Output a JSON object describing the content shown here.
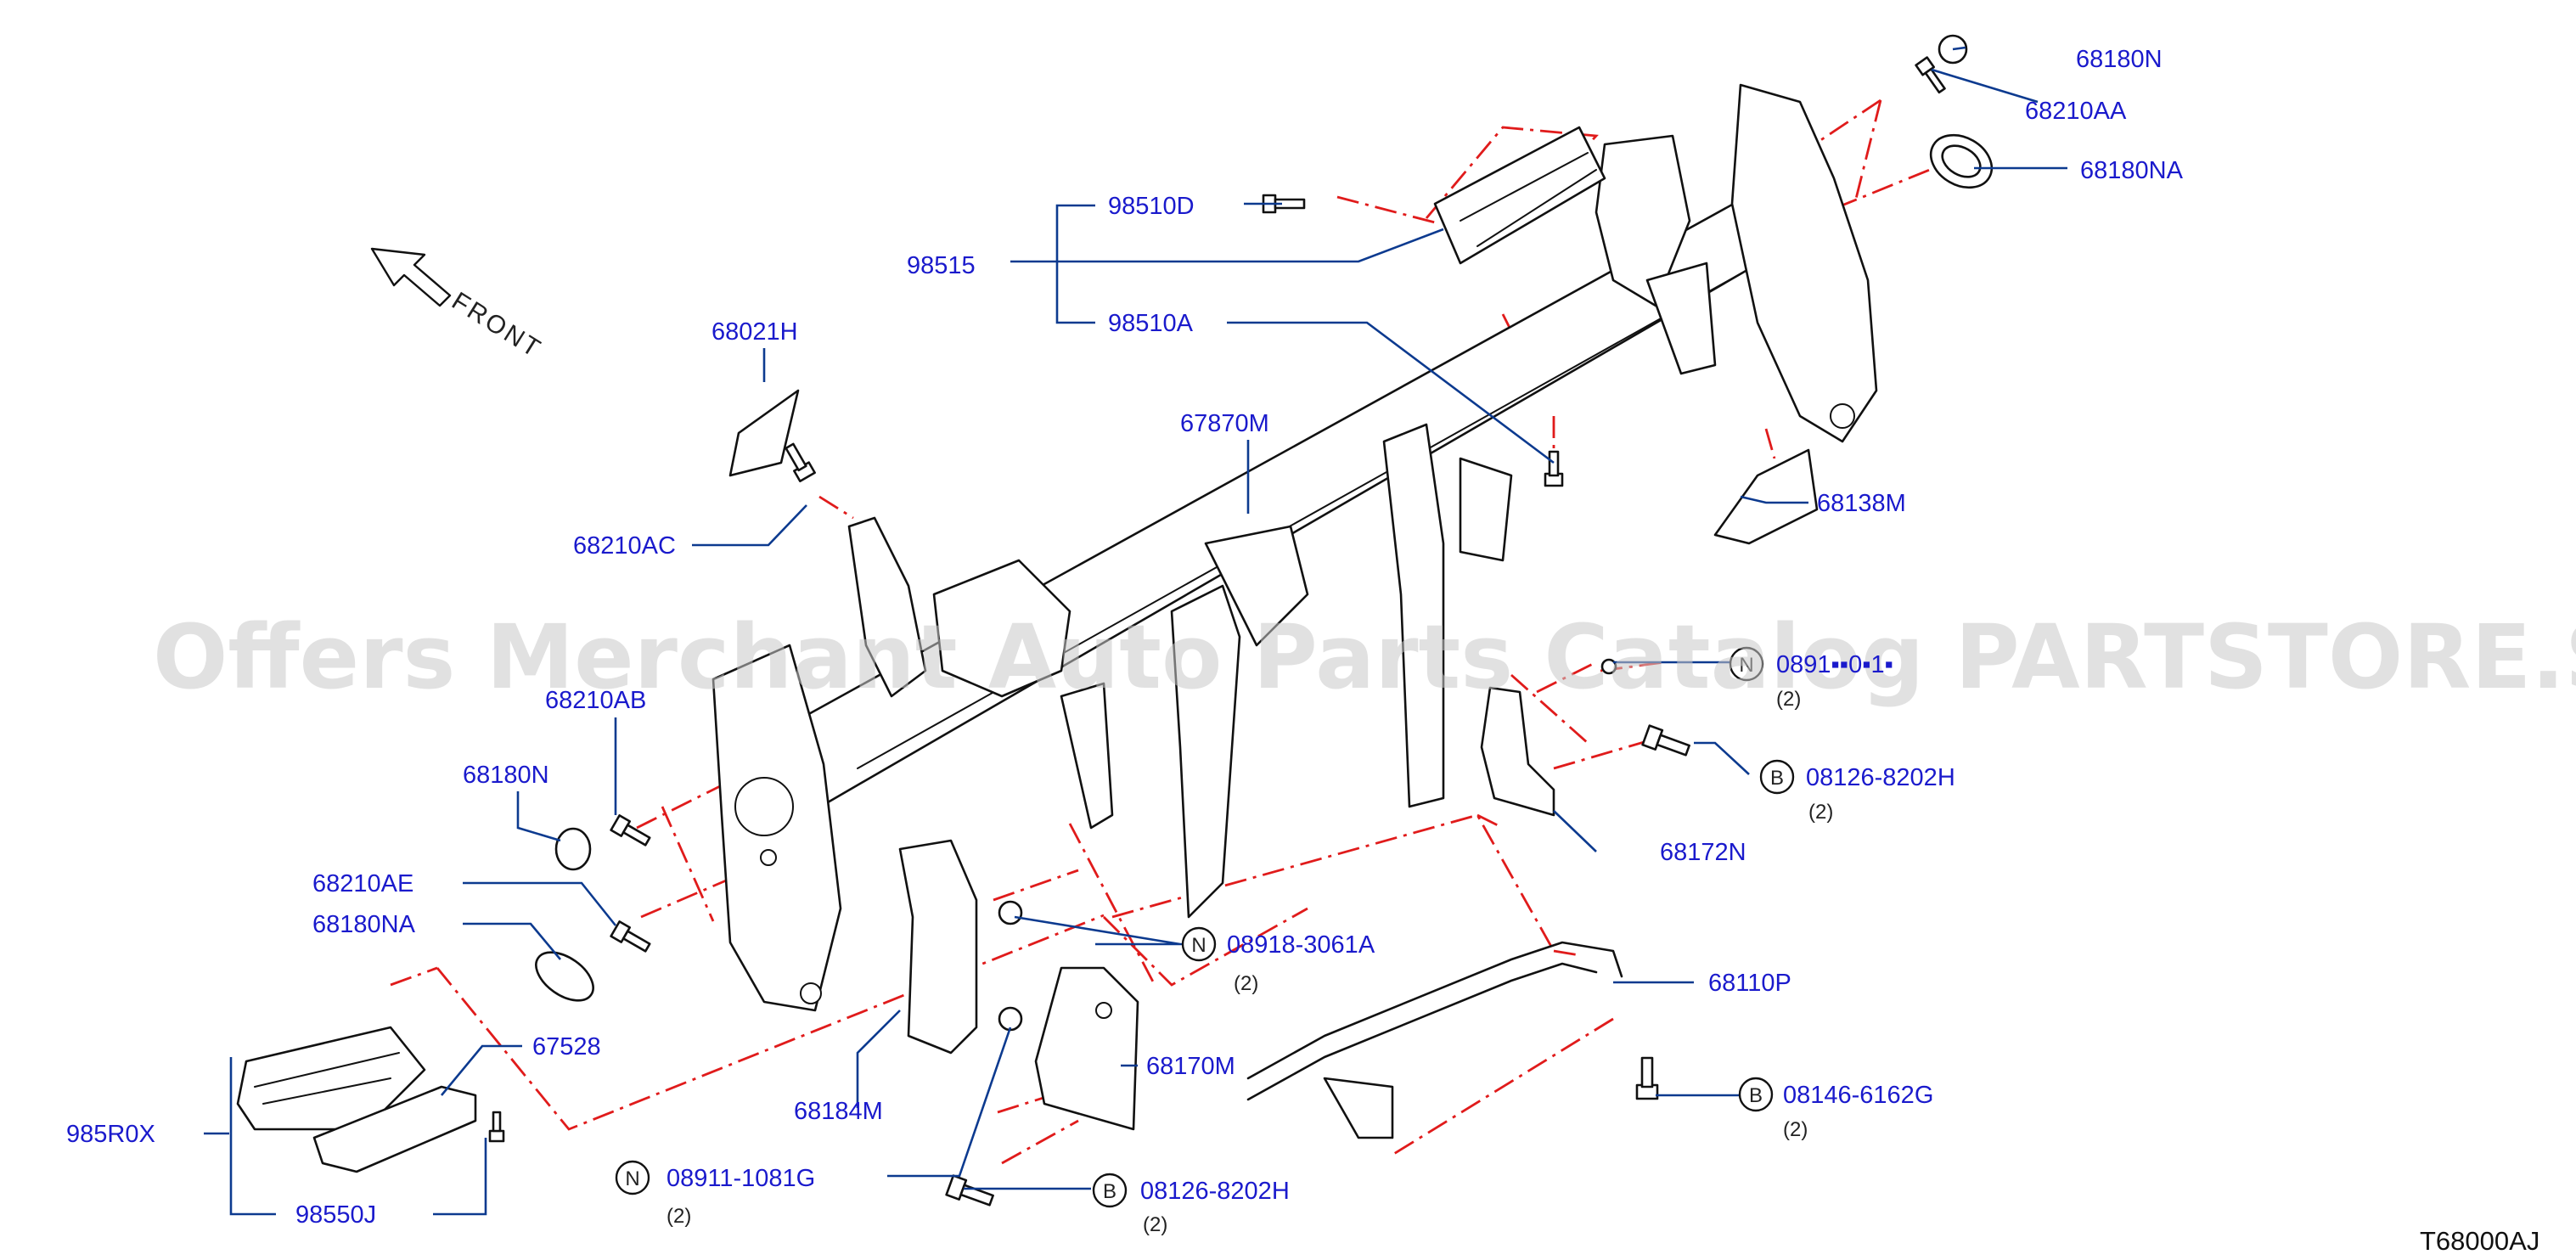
{
  "diagram": {
    "watermark": "Offers Merchant Auto Parts Catalog PARTSTORE.SA",
    "direction_label": "FRONT",
    "diagram_code": "T68000AJ",
    "labels": {
      "p68180N_top": "68180N",
      "p68210AA": "68210AA",
      "p68180NA_top": "68180NA",
      "p98510D": "98510D",
      "p98515": "98515",
      "p98510A": "98510A",
      "p68021H": "68021H",
      "p67870M": "67870M",
      "p68210AC": "68210AC",
      "p68138M": "68138M",
      "p68210AB": "68210AB",
      "p68180N_left": "68180N",
      "p68210AE": "68210AE",
      "p68180NA_left": "68180NA",
      "p67528": "67528",
      "p985R0X": "985R0X",
      "p98550J": "98550J",
      "p68184M": "68184M",
      "p68170M": "68170M",
      "p68172N": "68172N",
      "p68110P": "68110P",
      "n08918": "08918-3061A",
      "n08911_1081": "08911-1081G",
      "n08911_partial": "0891▪▪0▪1▪",
      "b08126_right": "08126-8202H",
      "b08126_bottom": "08126-8202H",
      "b08146": "08146-6162G"
    },
    "symbols": {
      "nut": "N",
      "bolt": "B"
    },
    "quantity": "(2)"
  }
}
